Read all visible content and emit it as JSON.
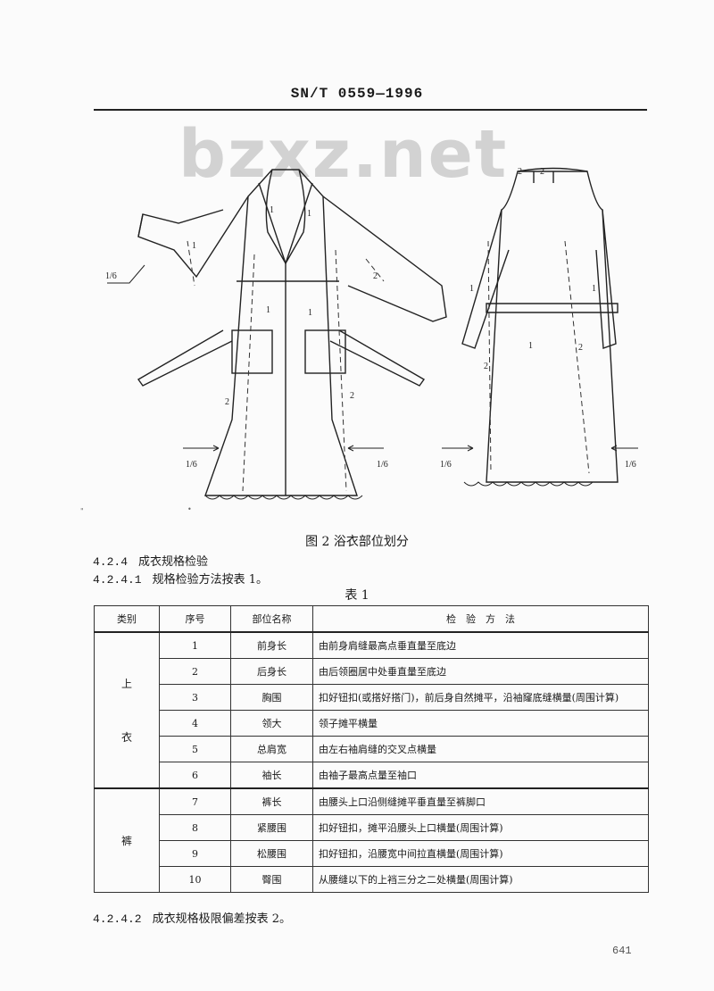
{
  "header": {
    "doc_code": "SN/T 0559—1996"
  },
  "watermark": {
    "text": "bzxz.net"
  },
  "figure": {
    "caption": "图 2  浴衣部位划分",
    "front_labels": [
      "1",
      "1",
      "1",
      "1",
      "1",
      "2",
      "2",
      "2",
      "1/6",
      "1/6",
      "1/6"
    ],
    "back_labels": [
      "2",
      "2",
      "1",
      "1",
      "1",
      "2",
      "2",
      "1/6",
      "1/6"
    ]
  },
  "sections": {
    "s424_num": "4.2.4",
    "s424_title": "成衣规格检验",
    "s4241_num": "4.2.4.1",
    "s4241_text": "规格检验方法按表 1。",
    "s4242_num": "4.2.4.2",
    "s4242_text": "成衣规格极限偏差按表 2。"
  },
  "table": {
    "title": "表 1",
    "headers": {
      "category": "类别",
      "index": "序号",
      "part": "部位名称",
      "method": "检　验　方　法"
    },
    "groups": [
      {
        "category_top": "上",
        "category_bottom": "衣",
        "rows": [
          {
            "no": "1",
            "part": "前身长",
            "method": "由前身肩缝最高点垂直量至底边"
          },
          {
            "no": "2",
            "part": "后身长",
            "method": "由后领圈居中处垂直量至底边"
          },
          {
            "no": "3",
            "part": "胸围",
            "method": "扣好钮扣(或搭好搭门)，前后身自然摊平，沿袖窿底缝横量(周围计算)"
          },
          {
            "no": "4",
            "part": "领大",
            "method": "领子摊平横量"
          },
          {
            "no": "5",
            "part": "总肩宽",
            "method": "由左右袖肩缝的交叉点横量"
          },
          {
            "no": "6",
            "part": "袖长",
            "method": "由袖子最高点量至袖口"
          }
        ]
      },
      {
        "category_top": "裤",
        "category_bottom": "",
        "rows": [
          {
            "no": "7",
            "part": "裤长",
            "method": "由腰头上口沿侧缝摊平垂直量至裤脚口"
          },
          {
            "no": "8",
            "part": "紧腰围",
            "method": "扣好钮扣，摊平沿腰头上口横量(周围计算)"
          },
          {
            "no": "9",
            "part": "松腰围",
            "method": "扣好钮扣，沿腰宽中间拉直横量(周围计算)"
          },
          {
            "no": "10",
            "part": "臀围",
            "method": "从腰缝以下的上裆三分之二处横量(周围计算)"
          }
        ]
      }
    ]
  },
  "page_number": "641"
}
